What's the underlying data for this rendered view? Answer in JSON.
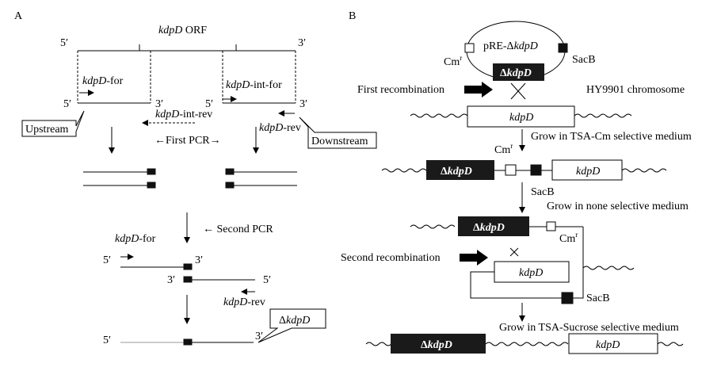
{
  "panelA": {
    "label": "A",
    "orf": {
      "gene": "kdpD",
      "suffix": " ORF"
    },
    "five": "5′",
    "three": "3′",
    "primer_for": {
      "gene": "kdpD",
      "suffix": "-for"
    },
    "primer_int_for": {
      "gene": "kdpD",
      "suffix": "-int-for"
    },
    "primer_int_rev": {
      "gene": "kdpD",
      "suffix": "-int-rev"
    },
    "primer_rev": {
      "gene": "kdpD",
      "suffix": "-rev"
    },
    "upstream": "Upstream",
    "downstream": "Downstream",
    "first_pcr": "←First PCR→",
    "second_pcr": "←  Second PCR",
    "delta_kdpD": {
      "delta": "Δ",
      "gene": "kdpD"
    }
  },
  "panelB": {
    "label": "B",
    "plasmid": {
      "prefix": "pRE-Δ",
      "gene": "kdpD"
    },
    "cmr": {
      "base": "Cm",
      "sup": "r"
    },
    "sacb": "SacB",
    "delta_kdpD": {
      "delta": "Δ",
      "gene": "kdpD"
    },
    "first_recombination": "First recombination",
    "second_recombination": "Second recombination",
    "chromosome": "HY9901 chromosome",
    "gene": "kdpD",
    "step1": "Grow in TSA-Cm selective medium",
    "step2": "Grow in none selective medium",
    "step3": "Grow in TSA-Sucrose selective medium"
  }
}
